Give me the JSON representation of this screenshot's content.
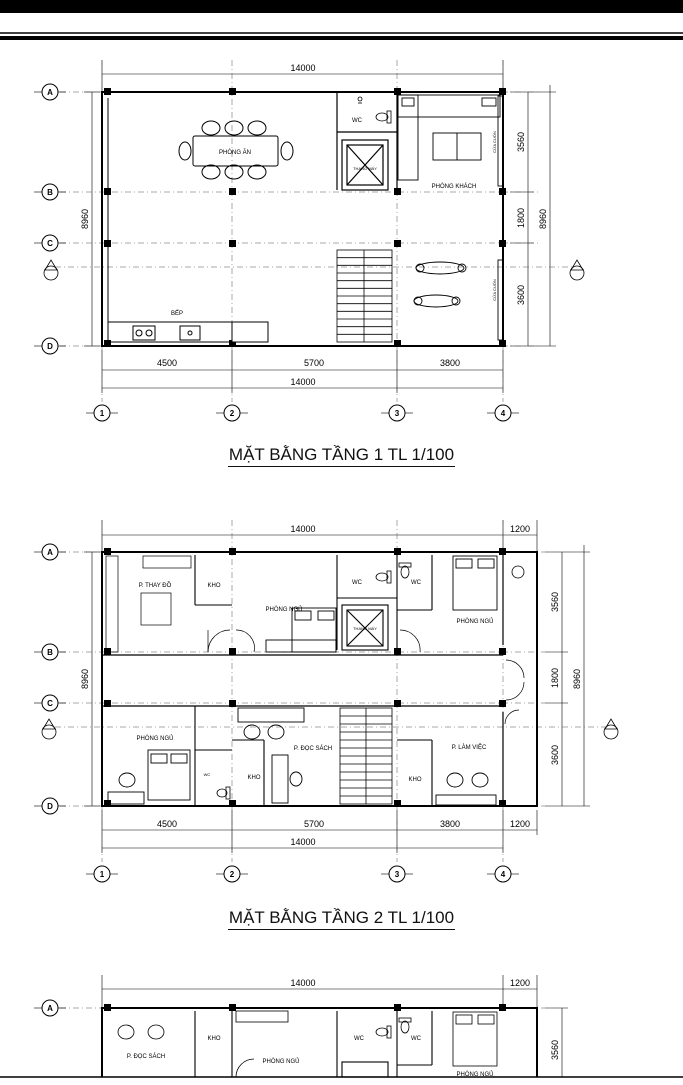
{
  "plans": [
    {
      "title": "MẶT BẰNG TẦNG 1 TL 1/100",
      "axes_rows": [
        "A",
        "B",
        "C",
        "D"
      ],
      "axes_cols": [
        "1",
        "2",
        "3",
        "4"
      ],
      "section_marker": "",
      "dim_top": "14000",
      "dim_bottom_total": "14000",
      "dim_bottom_segments": [
        "4500",
        "5700",
        "3800"
      ],
      "dim_left": "8960",
      "dim_right_total": "8960",
      "dim_right_segments": [
        "3560",
        "1800",
        "3600"
      ],
      "rooms": {
        "dining": "PHÒNG ĂN",
        "wc": "WC",
        "stair_core": "THANG MÁY",
        "living": "PHÒNG KHÁCH",
        "kitchen": "BẾP",
        "door_top": "CỬA CUỐN",
        "door_bottom": "CỬA CUỐN"
      }
    },
    {
      "title": "MẶT BẰNG TẦNG 2 TL 1/100",
      "axes_rows": [
        "A",
        "B",
        "C",
        "D"
      ],
      "axes_cols": [
        "1",
        "2",
        "3",
        "4"
      ],
      "dim_top": "14000",
      "dim_top_balcony": "1200",
      "dim_bottom_total": "14000",
      "dim_bottom_segments": [
        "4500",
        "5700",
        "3800",
        "1200"
      ],
      "dim_left": "8960",
      "dim_right_total": "8960",
      "dim_right_segments": [
        "3560",
        "1800",
        "3600"
      ],
      "rooms": {
        "wardrobe": "P. THAY ĐỒ",
        "store_1": "KHO",
        "bedroom_1": "PHÒNG NGỦ",
        "stair_core": "THANG MÁY",
        "wc_1": "WC",
        "wc_2": "WC",
        "bedroom_2": "PHÒNG NGỦ",
        "bedroom_3": "PHÒNG NGỦ",
        "wc_3": "WC",
        "store_2": "KHO",
        "reading": "P. ĐỌC SÁCH",
        "store_3": "KHO",
        "work": "P. LÀM VIỆC"
      }
    },
    {
      "axes_rows": [
        "A"
      ],
      "dim_top": "14000",
      "dim_top_balcony": "1200",
      "dim_right_segment": "3560",
      "rooms": {
        "reading": "P. ĐỌC SÁCH",
        "store": "KHO",
        "bedroom_1": "PHÒNG NGỦ",
        "wc_1": "WC",
        "wc_2": "WC",
        "bedroom_2": "PHÒNG NGỦ"
      }
    }
  ]
}
